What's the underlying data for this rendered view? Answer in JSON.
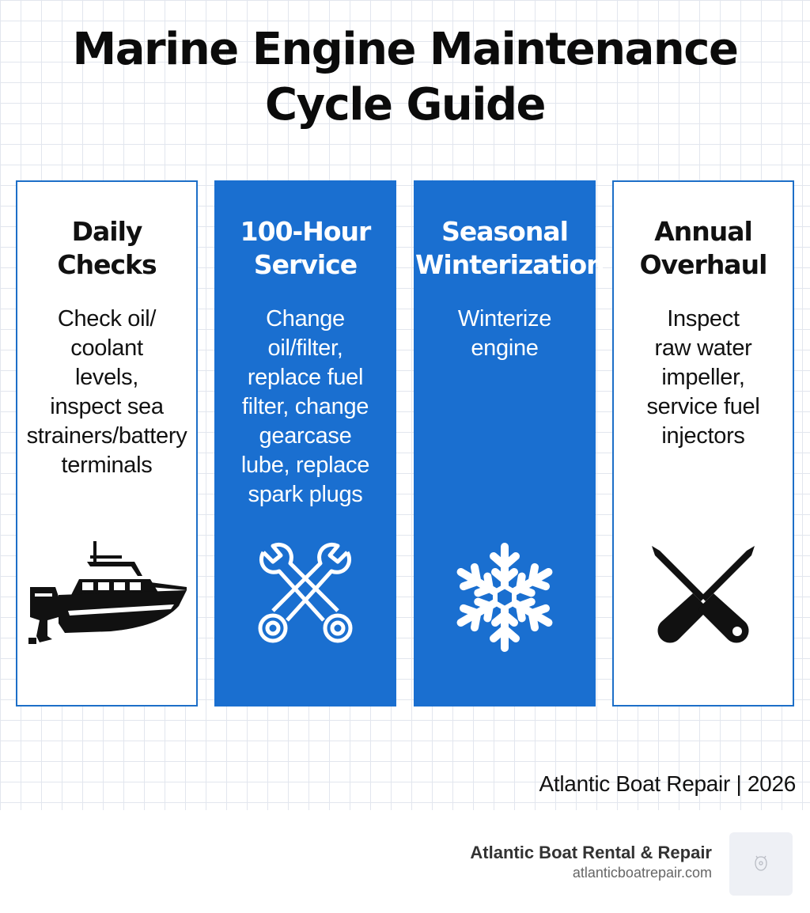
{
  "title": {
    "line1": "Marine Engine Maintenance",
    "line2": "Cycle Guide"
  },
  "cards": [
    {
      "heading": [
        "Daily",
        "Checks"
      ],
      "lines": [
        "Check oil/",
        "coolant",
        "levels,",
        "inspect sea",
        "strainers/battery",
        "terminals"
      ],
      "icon": "boat-icon",
      "style": "white"
    },
    {
      "heading": [
        "100-Hour",
        "Service"
      ],
      "lines": [
        "Change",
        "oil/filter,",
        "replace fuel",
        "filter, change",
        "gearcase",
        "lube, replace",
        "spark plugs"
      ],
      "icon": "crossed-wrenches-icon",
      "style": "blue"
    },
    {
      "heading": [
        "Seasonal",
        "Winterization"
      ],
      "lines": [
        "Winterize",
        "engine"
      ],
      "icon": "snowflake-icon",
      "style": "blue"
    },
    {
      "heading": [
        "Annual",
        "Overhaul"
      ],
      "lines": [
        "Inspect",
        "raw water",
        "impeller,",
        "service fuel",
        "injectors"
      ],
      "icon": "crossed-screwdrivers-icon",
      "style": "white"
    }
  ],
  "credit": "Atlantic Boat Repair | 2026",
  "footer": {
    "brand_name": "Atlantic Boat Rental & Repair",
    "brand_url": "atlanticboatrepair.com",
    "logo_icon": "logo-icon"
  },
  "colors": {
    "accent_blue": "#1a6fd0",
    "text": "#111111"
  }
}
